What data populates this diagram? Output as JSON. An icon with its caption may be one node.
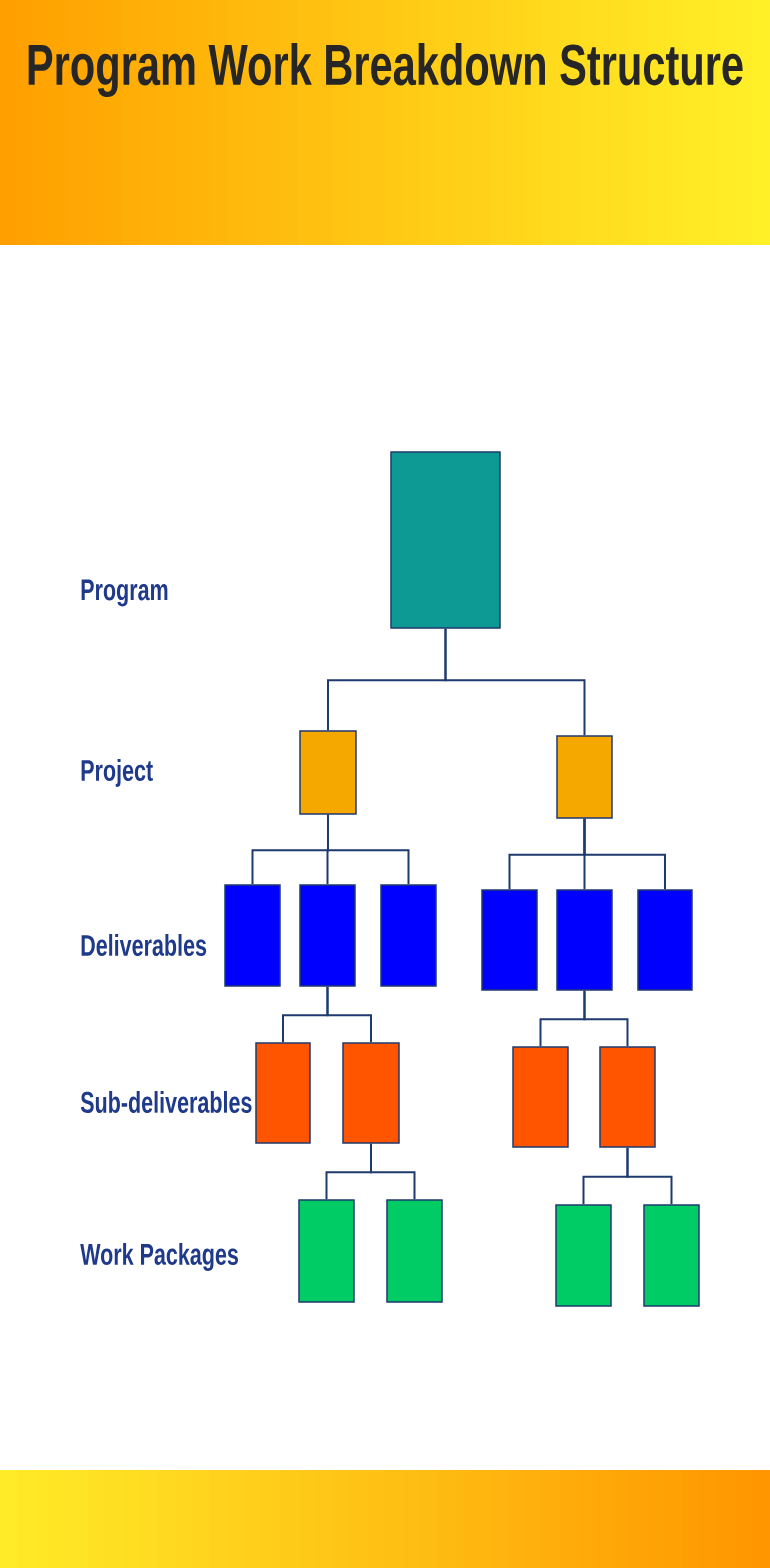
{
  "diagram": {
    "title": "Program Work Breakdown Structure",
    "nodes": [
      {
        "text": [],
        "shape": "box"
      },
      {
        "text": [],
        "shape": "box"
      },
      {
        "text": [],
        "shape": "box"
      },
      {
        "text": [],
        "shape": "box"
      },
      {
        "text": [],
        "shape": "box"
      },
      {
        "text": [],
        "shape": "box"
      },
      {
        "text": [],
        "shape": "box"
      },
      {
        "text": [],
        "shape": "box"
      },
      {
        "text": [],
        "shape": "box"
      },
      {
        "text": [],
        "shape": "box"
      },
      {
        "text": [],
        "shape": "box"
      },
      {
        "text": [],
        "shape": "box"
      },
      {
        "text": [],
        "shape": "box"
      },
      {
        "text": [],
        "shape": "box"
      },
      {
        "text": [],
        "shape": "box"
      },
      {
        "text": [],
        "shape": "box"
      },
      {
        "text": [],
        "shape": "box"
      }
    ],
    "edges": [
      {
        "from": 0,
        "to": 1,
        "arrow": "none"
      },
      {
        "from": 0,
        "to": 2,
        "arrow": "none"
      },
      {
        "from": 1,
        "to": 3,
        "arrow": "none"
      },
      {
        "from": 1,
        "to": 4,
        "arrow": "none"
      },
      {
        "from": 1,
        "to": 5,
        "arrow": "none"
      },
      {
        "from": 2,
        "to": 6,
        "arrow": "none"
      },
      {
        "from": 2,
        "to": 7,
        "arrow": "none"
      },
      {
        "from": 2,
        "to": 8,
        "arrow": "none"
      },
      {
        "from": 4,
        "to": 9,
        "arrow": "none"
      },
      {
        "from": 4,
        "to": 10,
        "arrow": "none"
      },
      {
        "from": 7,
        "to": 11,
        "arrow": "none"
      },
      {
        "from": 7,
        "to": 12,
        "arrow": "none"
      },
      {
        "from": 10,
        "to": 13,
        "arrow": "none"
      },
      {
        "from": 10,
        "to": 14,
        "arrow": "none"
      },
      {
        "from": 12,
        "to": 15,
        "arrow": "none"
      },
      {
        "from": 12,
        "to": 16,
        "arrow": "none"
      }
    ],
    "labels": [
      "Program",
      "Project",
      "Deliverables",
      "Sub-deliverables",
      "Work Packages"
    ]
  }
}
